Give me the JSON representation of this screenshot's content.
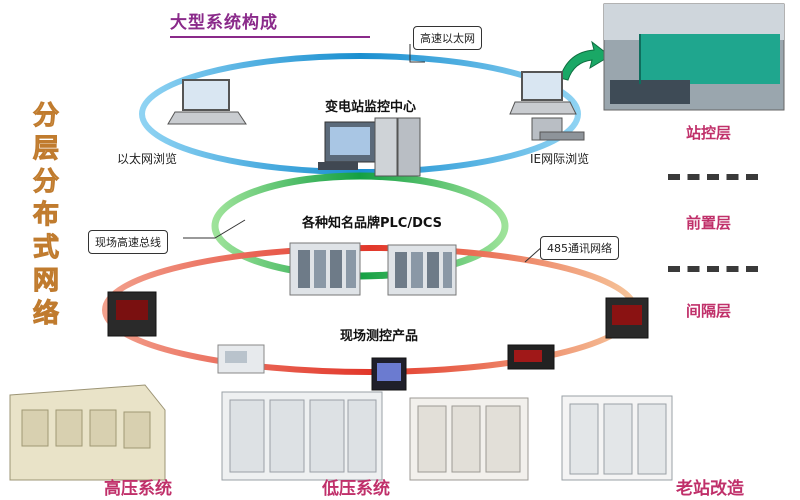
{
  "title": "大型系统构成",
  "vertical_title": "分层分布式网络",
  "center_labels": {
    "control_center": "变电站监控中心",
    "plc": "各种知名品牌PLC/DCS",
    "field": "现场测控产品"
  },
  "callouts": {
    "ethernet": "高速以太网",
    "fieldbus": "现场高速总线",
    "rs485": "485通讯网络"
  },
  "side_labels": {
    "ethernet_browse": "以太网浏览",
    "ie_browse": "IE网际浏览"
  },
  "layers": [
    "站控层",
    "前置层",
    "间隔层"
  ],
  "bottom_labels": [
    "高压系统",
    "低压系统",
    "老站改造"
  ],
  "colors": {
    "title": "#8a2a8a",
    "layer_text": "#c0306a",
    "ring_top": "#2fa3d8",
    "ring_middle": "#1ea84a",
    "ring_bottom": "#e24a3a"
  }
}
